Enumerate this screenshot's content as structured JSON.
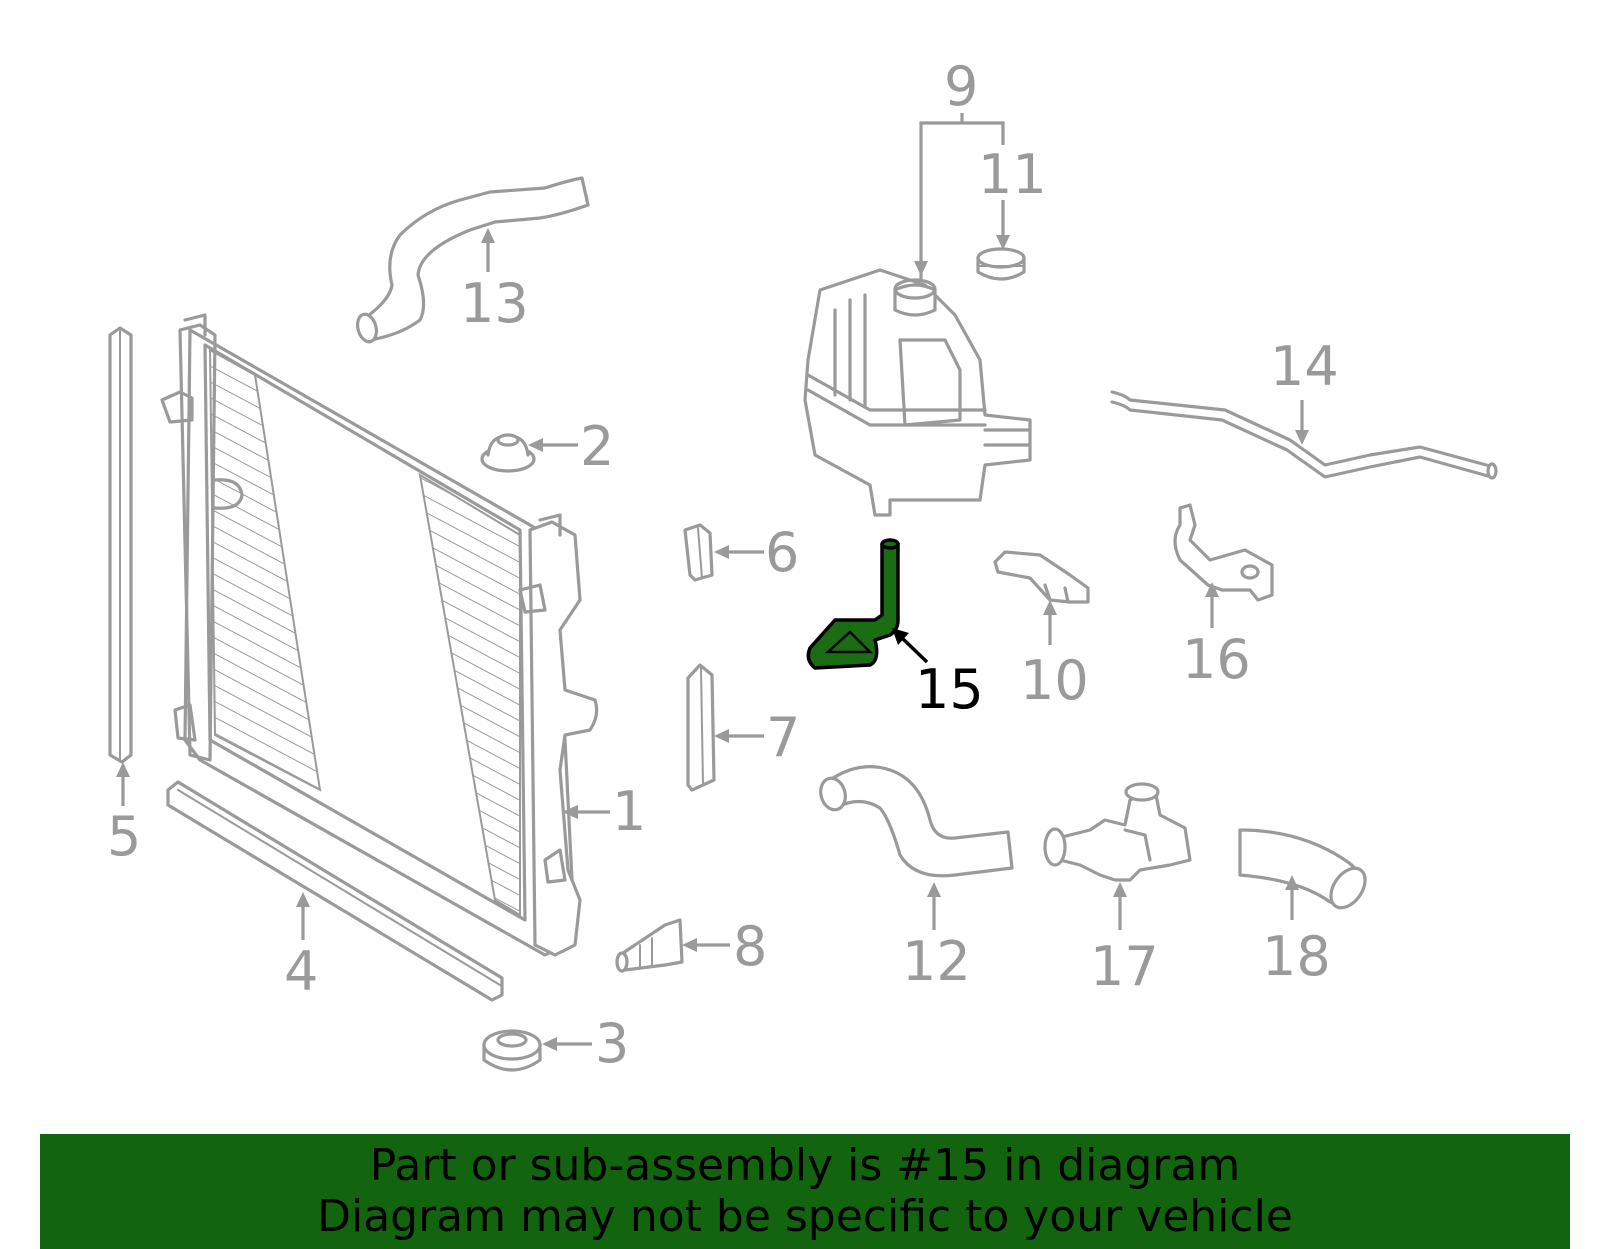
{
  "callouts": {
    "c1": "1",
    "c2": "2",
    "c3": "3",
    "c4": "4",
    "c5": "5",
    "c6": "6",
    "c7": "7",
    "c8": "8",
    "c9": "9",
    "c10": "10",
    "c11": "11",
    "c12": "12",
    "c13": "13",
    "c14": "14",
    "c15": "15",
    "c16": "16",
    "c17": "17",
    "c18": "18"
  },
  "highlight": {
    "part_number": "15",
    "color": "#1a6d12"
  },
  "banner": {
    "line1": "Part or sub-assembly is #15 in diagram",
    "line2": "Diagram may not be specific to your vehicle",
    "background": "#12650e"
  }
}
